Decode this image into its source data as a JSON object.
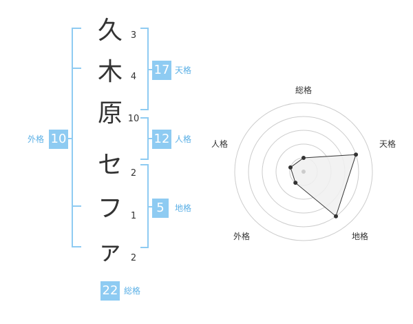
{
  "name": {
    "chars": [
      "久",
      "木",
      "原",
      "セ",
      "フ",
      "ァ"
    ],
    "strokes": [
      "3",
      "4",
      "10",
      "2",
      "1",
      "2"
    ]
  },
  "fortune": {
    "tenkaku": {
      "value": "17",
      "label": "天格"
    },
    "jinkaku": {
      "value": "12",
      "label": "人格"
    },
    "chikaku": {
      "value": "5",
      "label": "地格"
    },
    "gaikaku": {
      "value": "10",
      "label": "外格"
    },
    "soukaku": {
      "value": "22",
      "label": "総格"
    }
  },
  "chart_data": {
    "type": "radar",
    "axes": [
      "総格",
      "天格",
      "地格",
      "外格",
      "人格"
    ],
    "rings": 5,
    "max": 5,
    "values": [
      1,
      4,
      4,
      1,
      1
    ],
    "colors": {
      "fill": "#f0f0f0",
      "line": "#333333",
      "grid": "#cccccc",
      "center": "#cccccc"
    }
  }
}
